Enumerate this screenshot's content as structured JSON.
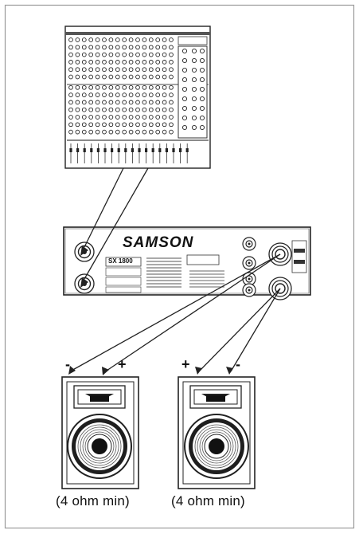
{
  "amplifier": {
    "brand": "SAMSON",
    "model": "SX 1800"
  },
  "speakers": {
    "left": {
      "caption": "(4 ohm min)",
      "minus_sign": "-",
      "plus_sign": "+"
    },
    "right": {
      "caption": "(4 ohm min)",
      "plus_sign": "+",
      "minus_sign": "-"
    }
  },
  "colors": {
    "line": "#222222",
    "border": "#9a9a9a",
    "background": "#ffffff"
  }
}
